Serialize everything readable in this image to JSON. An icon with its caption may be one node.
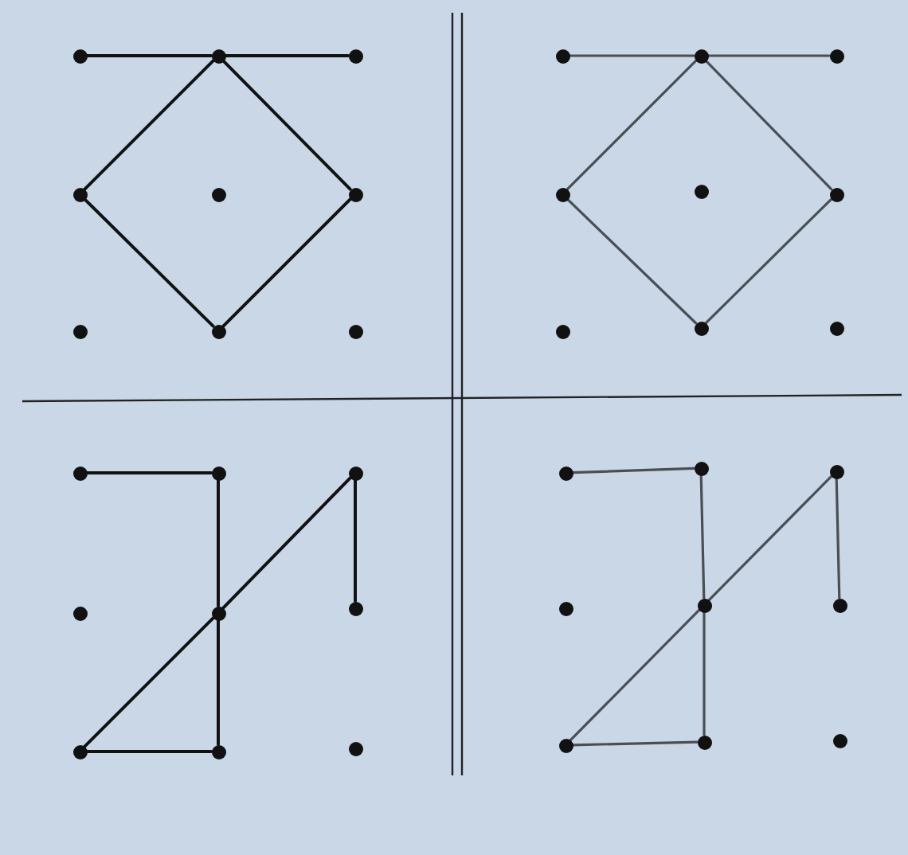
{
  "diagram": {
    "nodes": [
      {
        "text": [],
        "shape": "circle"
      },
      {
        "text": [],
        "shape": "circle"
      },
      {
        "text": [],
        "shape": "circle"
      },
      {
        "text": [],
        "shape": "circle"
      },
      {
        "text": [],
        "shape": "circle"
      },
      {
        "text": [],
        "shape": "circle"
      },
      {
        "text": [],
        "shape": "circle"
      },
      {
        "text": [],
        "shape": "circle"
      },
      {
        "text": [],
        "shape": "circle"
      },
      {
        "text": [],
        "shape": "circle"
      },
      {
        "text": [],
        "shape": "circle"
      },
      {
        "text": [],
        "shape": "circle"
      },
      {
        "text": [],
        "shape": "circle"
      },
      {
        "text": [],
        "shape": "circle"
      },
      {
        "text": [],
        "shape": "circle"
      },
      {
        "text": [],
        "shape": "circle"
      },
      {
        "text": [],
        "shape": "circle"
      },
      {
        "text": [],
        "shape": "circle"
      },
      {
        "text": [],
        "shape": "circle"
      },
      {
        "text": [],
        "shape": "circle"
      },
      {
        "text": [],
        "shape": "circle"
      },
      {
        "text": [],
        "shape": "circle"
      },
      {
        "text": [],
        "shape": "circle"
      },
      {
        "text": [],
        "shape": "circle"
      },
      {
        "text": [],
        "shape": "circle"
      },
      {
        "text": [],
        "shape": "circle"
      },
      {
        "text": [],
        "shape": "circle"
      },
      {
        "text": [],
        "shape": "circle"
      },
      {
        "text": [],
        "shape": "circle"
      },
      {
        "text": [],
        "shape": "circle"
      },
      {
        "text": [],
        "shape": "circle"
      },
      {
        "text": [],
        "shape": "circle"
      },
      {
        "text": [],
        "shape": "circle"
      },
      {
        "text": [],
        "shape": "circle"
      },
      {
        "text": [],
        "shape": "circle"
      },
      {
        "text": [],
        "shape": "circle"
      }
    ],
    "edges": [
      {
        "from": 0,
        "to": 1,
        "arrow": "none"
      },
      {
        "from": 1,
        "to": 2,
        "arrow": "none"
      },
      {
        "from": 1,
        "to": 3,
        "arrow": "none"
      },
      {
        "from": 3,
        "to": 7,
        "arrow": "none"
      },
      {
        "from": 7,
        "to": 5,
        "arrow": "none"
      },
      {
        "from": 5,
        "to": 1,
        "arrow": "none"
      },
      {
        "from": 9,
        "to": 10,
        "arrow": "none",
        "color": "#4a4f55"
      },
      {
        "from": 10,
        "to": 11,
        "arrow": "none",
        "color": "#4a4f55"
      },
      {
        "from": 10,
        "to": 12,
        "arrow": "none",
        "color": "#4a4f55"
      },
      {
        "from": 12,
        "to": 16,
        "arrow": "none",
        "color": "#4a4f55"
      },
      {
        "from": 16,
        "to": 14,
        "arrow": "none",
        "color": "#4a4f55"
      },
      {
        "from": 14,
        "to": 10,
        "arrow": "none",
        "color": "#4a4f55"
      },
      {
        "from": 18,
        "to": 19,
        "arrow": "none"
      },
      {
        "from": 19,
        "to": 22,
        "arrow": "none"
      },
      {
        "from": 22,
        "to": 25,
        "arrow": "none"
      },
      {
        "from": 25,
        "to": 24,
        "arrow": "none"
      },
      {
        "from": 24,
        "to": 22,
        "arrow": "none"
      },
      {
        "from": 22,
        "to": 20,
        "arrow": "none"
      },
      {
        "from": 20,
        "to": 23,
        "arrow": "none"
      },
      {
        "from": 27,
        "to": 28,
        "arrow": "none",
        "color": "#4a4f55"
      },
      {
        "from": 28,
        "to": 31,
        "arrow": "none",
        "color": "#4a4f55"
      },
      {
        "from": 31,
        "to": 34,
        "arrow": "none",
        "color": "#4a4f55"
      },
      {
        "from": 34,
        "to": 33,
        "arrow": "none",
        "color": "#4a4f55"
      },
      {
        "from": 33,
        "to": 31,
        "arrow": "none",
        "color": "#4a4f55"
      },
      {
        "from": 31,
        "to": 29,
        "arrow": "none",
        "color": "#4a4f55"
      },
      {
        "from": 29,
        "to": 32,
        "arrow": "none",
        "color": "#4a4f55"
      }
    ]
  }
}
